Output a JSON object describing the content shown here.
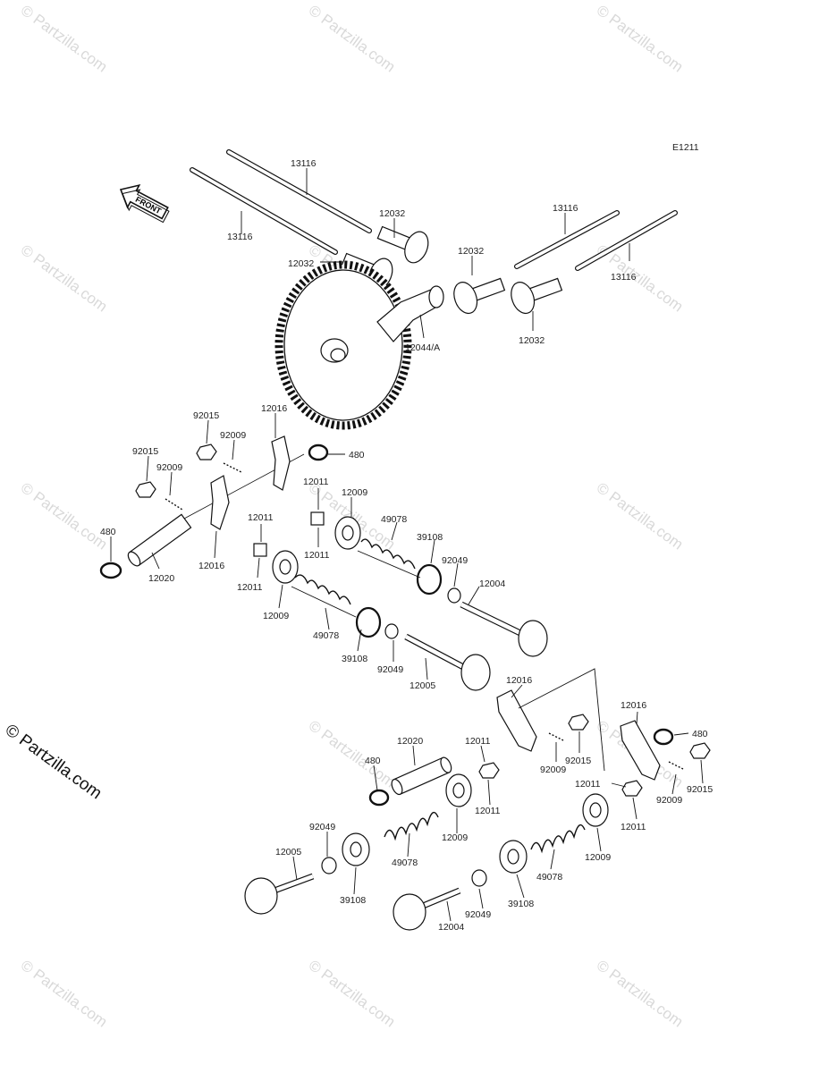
{
  "diagram_code": "E1211",
  "front_label": "FRONT",
  "watermark": "© Partzilla.com",
  "side_credit": "© Partzilla.com",
  "labels": {
    "pushrod_a": "13116",
    "pushrod_b": "13116",
    "pushrod_c": "13116",
    "pushrod_d": "13116",
    "lifter_a": "12032",
    "lifter_b": "12032",
    "lifter_c": "12032",
    "lifter_d": "12032",
    "camshaft": "12044/A",
    "nut_92015_a": "92015",
    "nut_92015_b": "92015",
    "nut_92015_c": "92015",
    "nut_92015_d": "92015",
    "screw_92009_a": "92009",
    "screw_92009_b": "92009",
    "screw_92009_c": "92009",
    "screw_92009_d": "92009",
    "rocker_12016_a": "12016",
    "rocker_12016_b": "12016",
    "rocker_12016_c": "12016",
    "rocker_12016_d": "12016",
    "clip_480_a": "480",
    "clip_480_b": "480",
    "clip_480_c": "480",
    "clip_480_d": "480",
    "shaft_12020_a": "12020",
    "shaft_12020_b": "12020",
    "pivot_12011_a": "12011",
    "pivot_12011_b": "12011",
    "pivot_12011_c": "12011",
    "pivot_12011_d": "12011",
    "pivot_12011_e": "12011",
    "pivot_12011_f": "12011",
    "pivot_12011_g": "12011",
    "retainer_12009_a": "12009",
    "retainer_12009_b": "12009",
    "retainer_12009_c": "12009",
    "retainer_12009_d": "12009",
    "spring_49078_a": "49078",
    "spring_49078_b": "49078",
    "spring_49078_c": "49078",
    "spring_49078_d": "49078",
    "seat_39108_a": "39108",
    "seat_39108_b": "39108",
    "seat_39108_c": "39108",
    "seat_39108_d": "39108",
    "seal_92049_a": "92049",
    "seal_92049_b": "92049",
    "seal_92049_c": "92049",
    "seal_92049_d": "92049",
    "valve_12004_a": "12004",
    "valve_12004_b": "12004",
    "valve_12005_a": "12005",
    "valve_12005_b": "12005"
  }
}
